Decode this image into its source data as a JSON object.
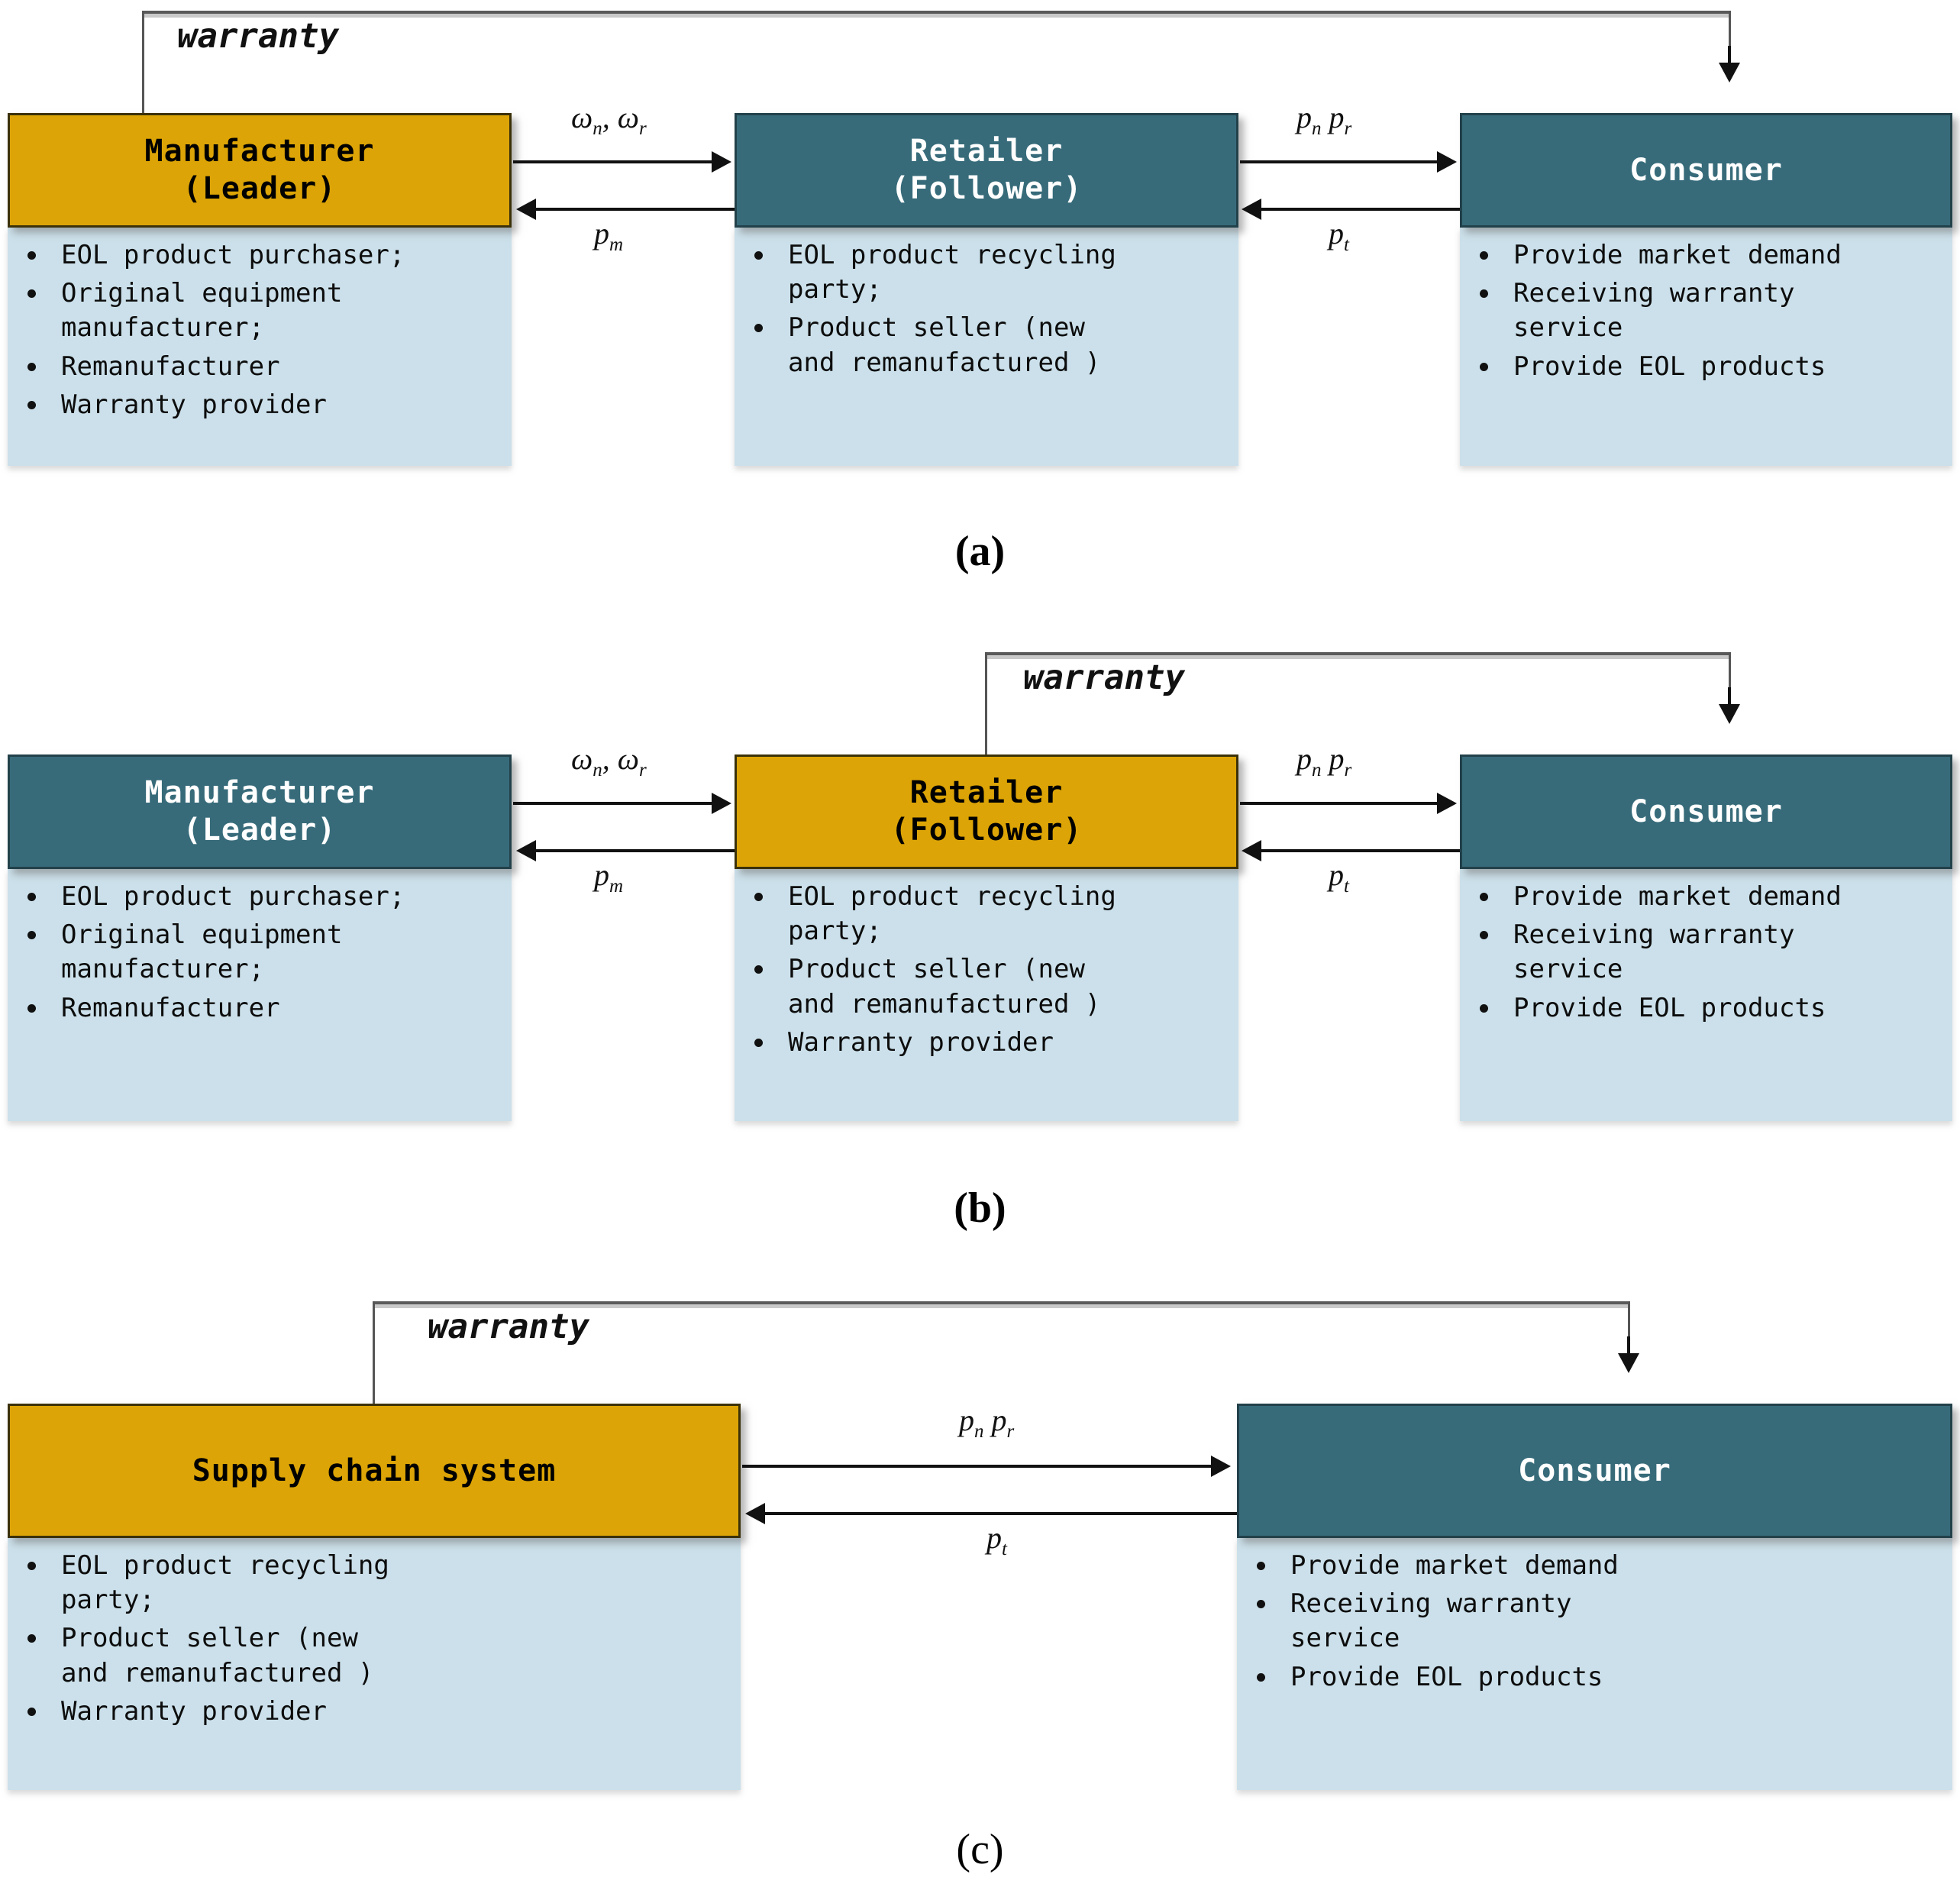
{
  "figure": {
    "colors": {
      "gold": "#DCA406",
      "teal": "#376B7A",
      "light_blue": "#CBE0EA",
      "line": "#111111",
      "warranty_rail": "#5a5a5a"
    },
    "panels": [
      {
        "id": "a",
        "caption": "(a)",
        "warranty_label": "warranty",
        "nodes": [
          {
            "key": "manufacturer",
            "title": "Manufacturer\n(Leader)",
            "fill": "gold",
            "bullets": [
              "EOL product purchaser;",
              "Original equipment\nmanufacturer;",
              "Remanufacturer",
              "Warranty provider"
            ]
          },
          {
            "key": "retailer",
            "title": "Retailer\n(Follower)",
            "fill": "teal",
            "bullets": [
              "EOL product recycling\nparty;",
              "Product seller (new\nand remanufactured )"
            ]
          },
          {
            "key": "consumer",
            "title": "Consumer",
            "fill": "teal",
            "bullets": [
              "Provide market demand",
              "Receiving warranty\nservice",
              "Provide EOL products"
            ]
          }
        ],
        "edges": {
          "left_top": "ωn, ωr",
          "left_bottom": "pm",
          "right_top": "pn pr",
          "right_bottom": "pt"
        }
      },
      {
        "id": "b",
        "caption": "(b)",
        "warranty_label": "warranty",
        "nodes": [
          {
            "key": "manufacturer",
            "title": "Manufacturer\n(Leader)",
            "fill": "teal",
            "bullets": [
              "EOL product purchaser;",
              "Original equipment\nmanufacturer;",
              "Remanufacturer"
            ]
          },
          {
            "key": "retailer",
            "title": "Retailer\n(Follower)",
            "fill": "gold",
            "bullets": [
              "EOL product recycling\nparty;",
              "Product seller (new\nand remanufactured )",
              "Warranty provider"
            ]
          },
          {
            "key": "consumer",
            "title": "Consumer",
            "fill": "teal",
            "bullets": [
              "Provide market demand",
              "Receiving warranty\nservice",
              "Provide EOL products"
            ]
          }
        ],
        "edges": {
          "left_top": "ωn, ωr",
          "left_bottom": "pm",
          "right_top": "pn pr",
          "right_bottom": "pt"
        }
      },
      {
        "id": "c",
        "caption": "(c)",
        "warranty_label": "warranty",
        "nodes": [
          {
            "key": "supply-chain-system",
            "title": "Supply chain system",
            "fill": "gold",
            "bullets": [
              "EOL product recycling\nparty;",
              "Product seller (new\nand remanufactured )",
              "Warranty provider"
            ]
          },
          {
            "key": "consumer",
            "title": "Consumer",
            "fill": "teal",
            "bullets": [
              "Provide market demand",
              "Receiving warranty\nservice",
              "Provide EOL products"
            ]
          }
        ],
        "edges": {
          "right_top": "pn pr",
          "right_bottom": "pt"
        }
      }
    ]
  }
}
